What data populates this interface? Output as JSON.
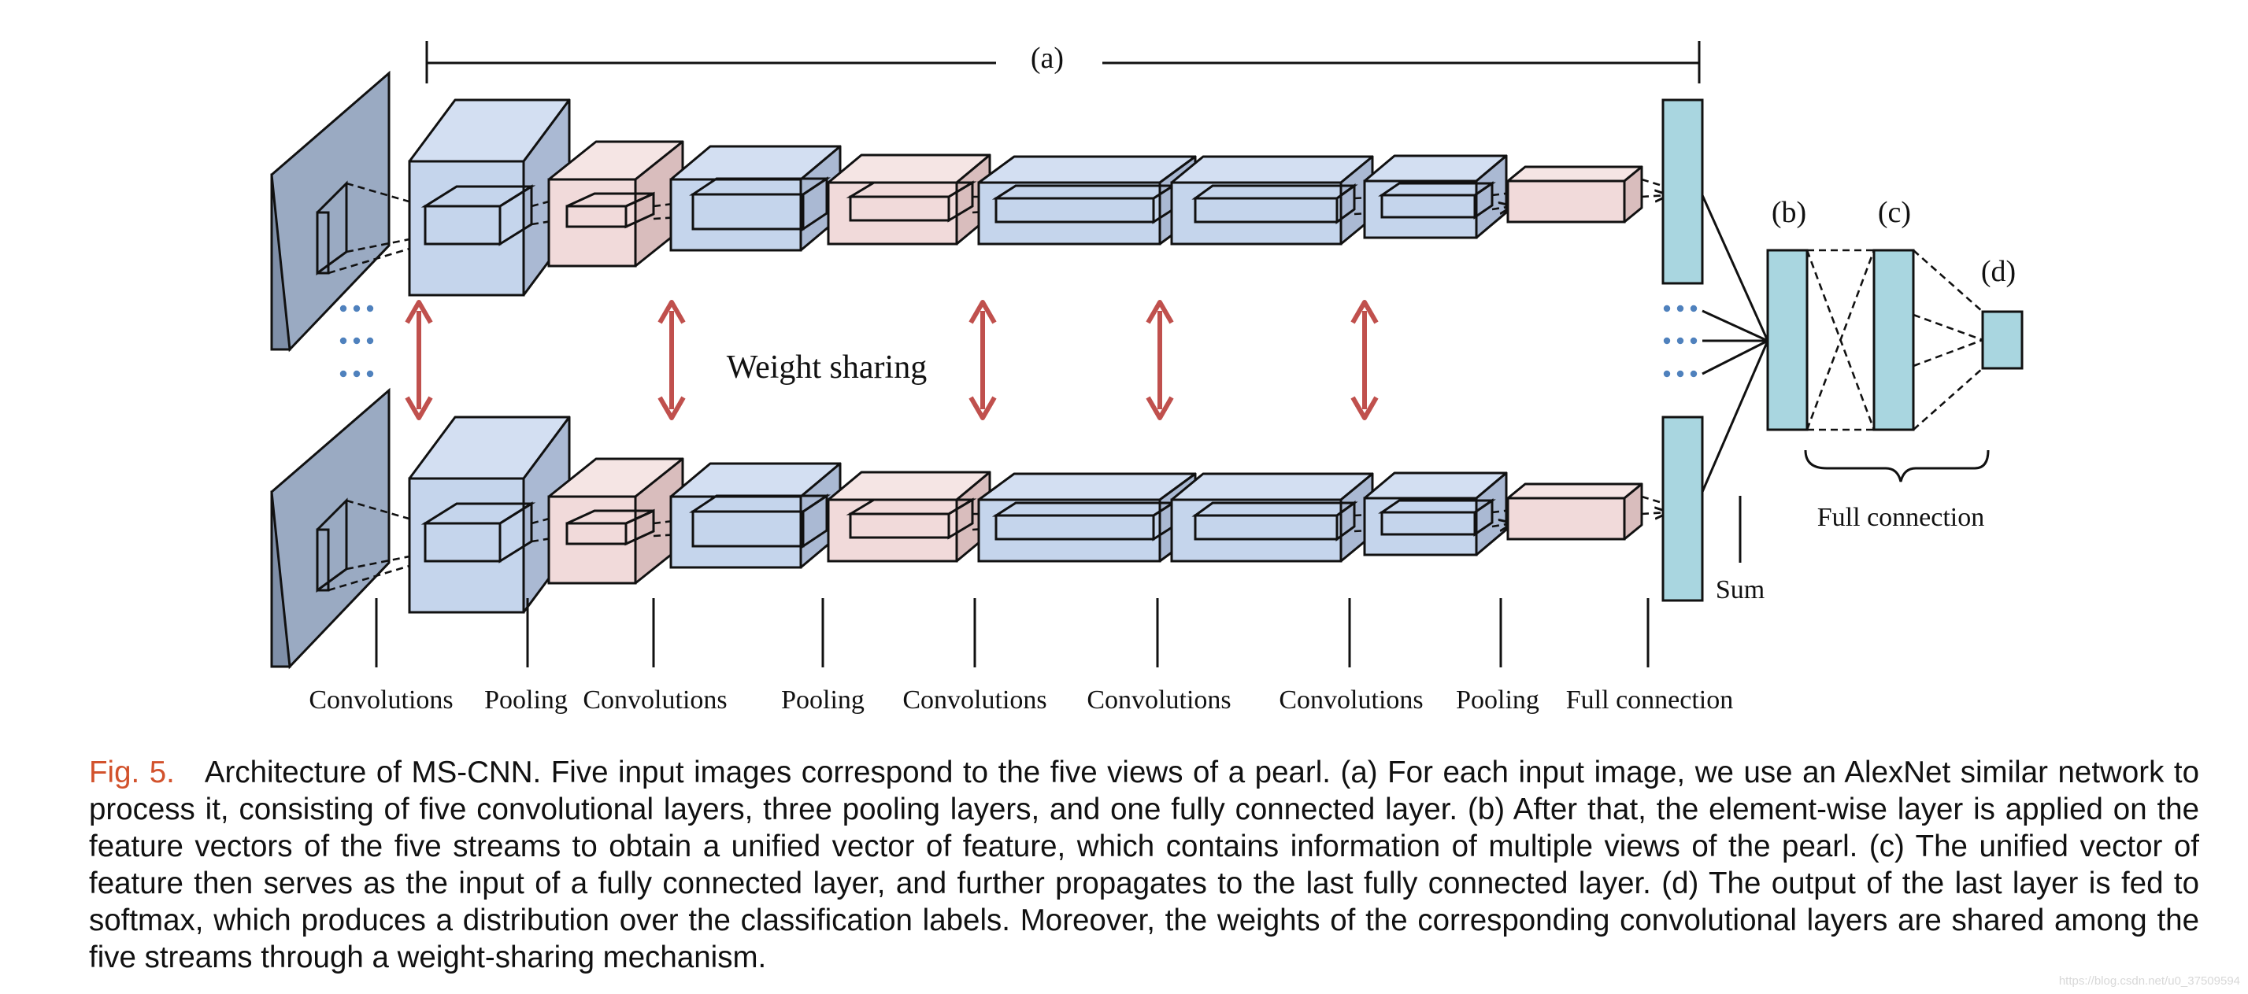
{
  "diagram": {
    "labels": {
      "a": "(a)",
      "b": "(b)",
      "c": "(c)",
      "d": "(d)",
      "weight_sharing": "Weight sharing",
      "full_connection_group": "Full connection",
      "sum": "Sum"
    },
    "layer_labels": [
      "Convolutions",
      "Pooling",
      "Convolutions",
      "Pooling",
      "Convolutions",
      "Convolutions",
      "Convolutions",
      "Pooling",
      "Full connection"
    ],
    "colors": {
      "blue": "#c5d5ec",
      "blue_top": "#d3dff2",
      "blue_side": "#aab9d3",
      "pink": "#f1dada",
      "pink_top": "#f5e5e4",
      "pink_side": "#d9bdbd",
      "cyan": "#a9d6e0",
      "input_front": "#9aaac2",
      "input_side": "#7f8fa8",
      "arrow_red": "#c0504d",
      "dot_blue": "#4f81bd",
      "caption_label": "#d2522c"
    }
  },
  "caption": {
    "label": "Fig. 5.",
    "text": "Architecture of MS-CNN. Five input images correspond to the five views of a pearl. (a) For each input image, we use an AlexNet similar network to process it, consisting of five convolutional layers, three pooling layers, and one fully connected layer. (b) After that, the element-wise layer is applied on the feature vectors of the five streams to obtain a unified vector of feature, which contains information of multiple views of the pearl. (c) The unified vector of feature then serves as the input of a fully connected layer, and further propagates to the last fully connected layer. (d) The output of the last layer is fed to softmax, which produces a distribution over the classification labels. Moreover, the weights of the corresponding convolutional layers are shared among the five streams through a weight-sharing mechanism."
  },
  "watermark": "https://blog.csdn.net/u0_37509594"
}
